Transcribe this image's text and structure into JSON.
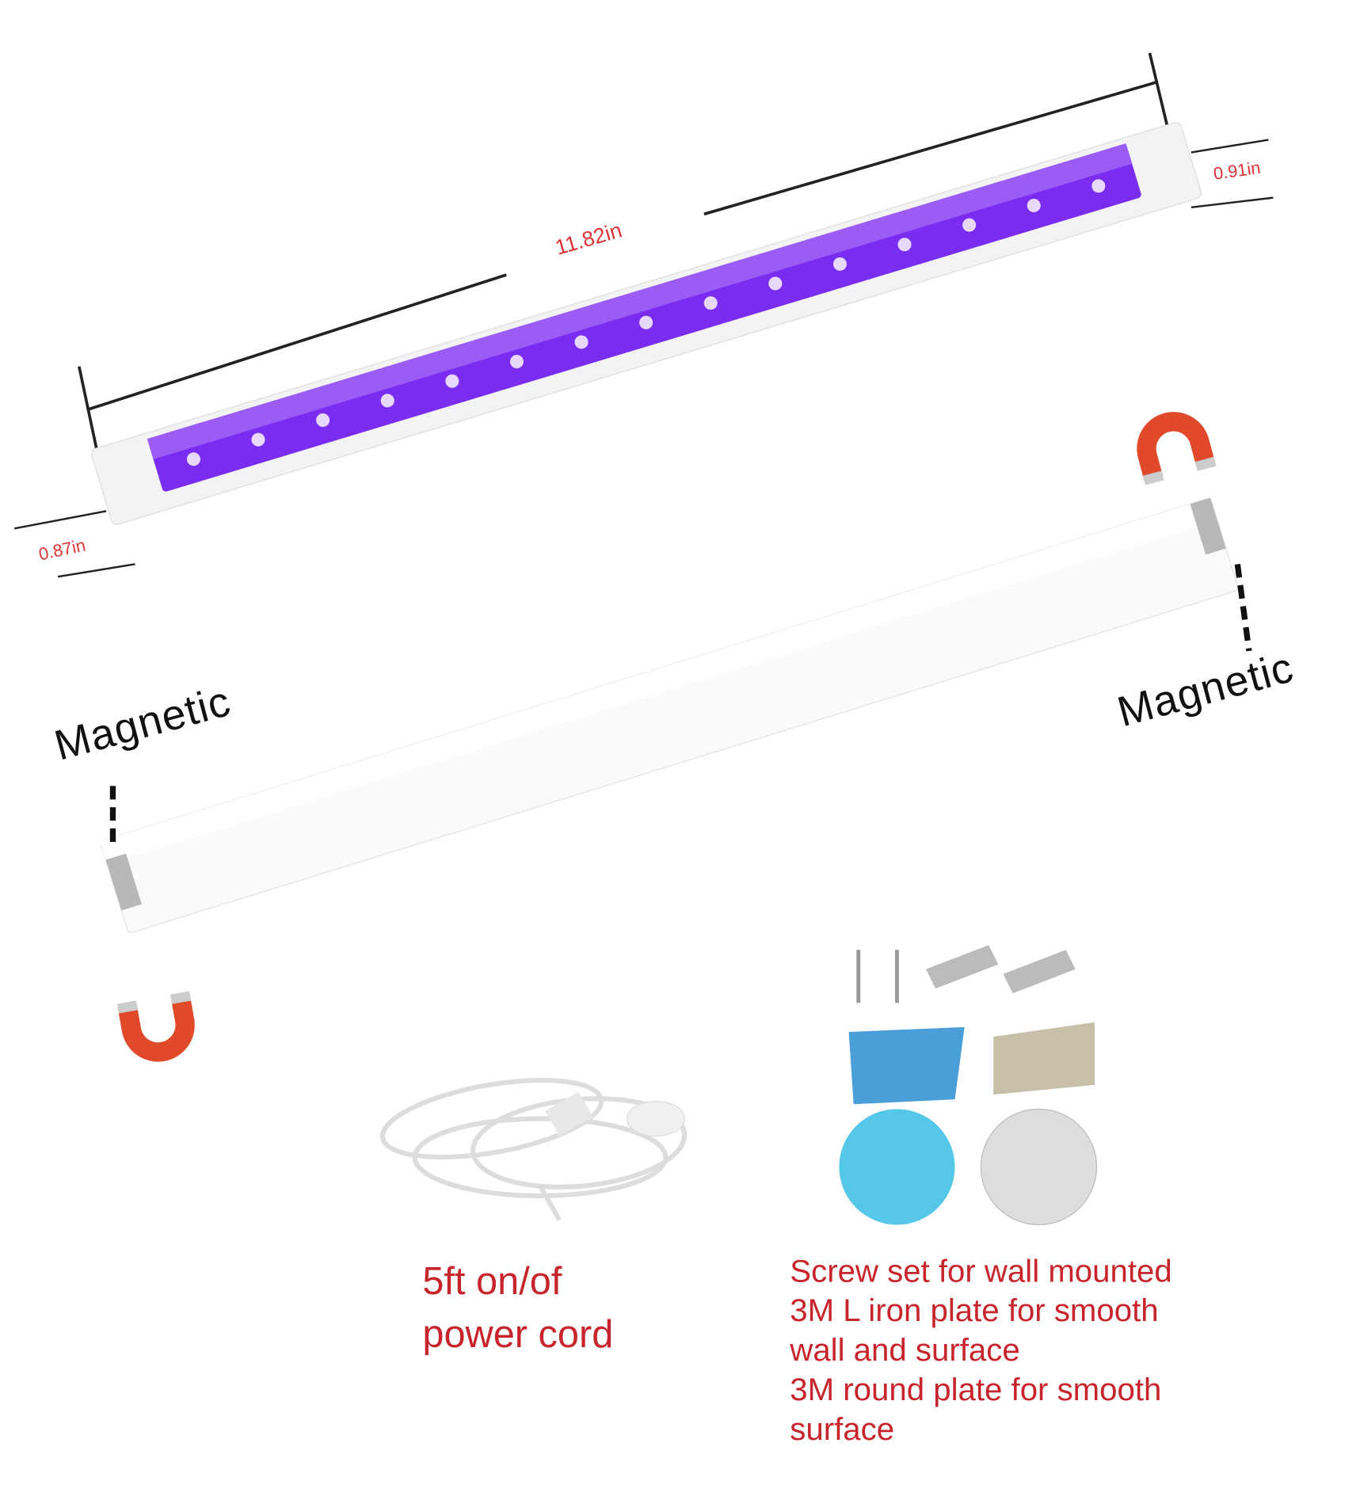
{
  "dimensions": {
    "length": "11.82in",
    "height": "0.91in",
    "width": "0.87in"
  },
  "labels": {
    "magnetic_left": "Magnetic",
    "magnetic_right": "Magnetic"
  },
  "captions": {
    "cord": [
      "5ft on/of",
      "power cord"
    ],
    "accessories": [
      "Screw set for wall mounted",
      "3M L iron plate for smooth",
      "wall and surface",
      "3M round plate for smooth",
      "surface"
    ]
  },
  "colors": {
    "caption": "#c8242b",
    "uv_light": "#7a2cf0",
    "magnet": "#e04a2a"
  }
}
